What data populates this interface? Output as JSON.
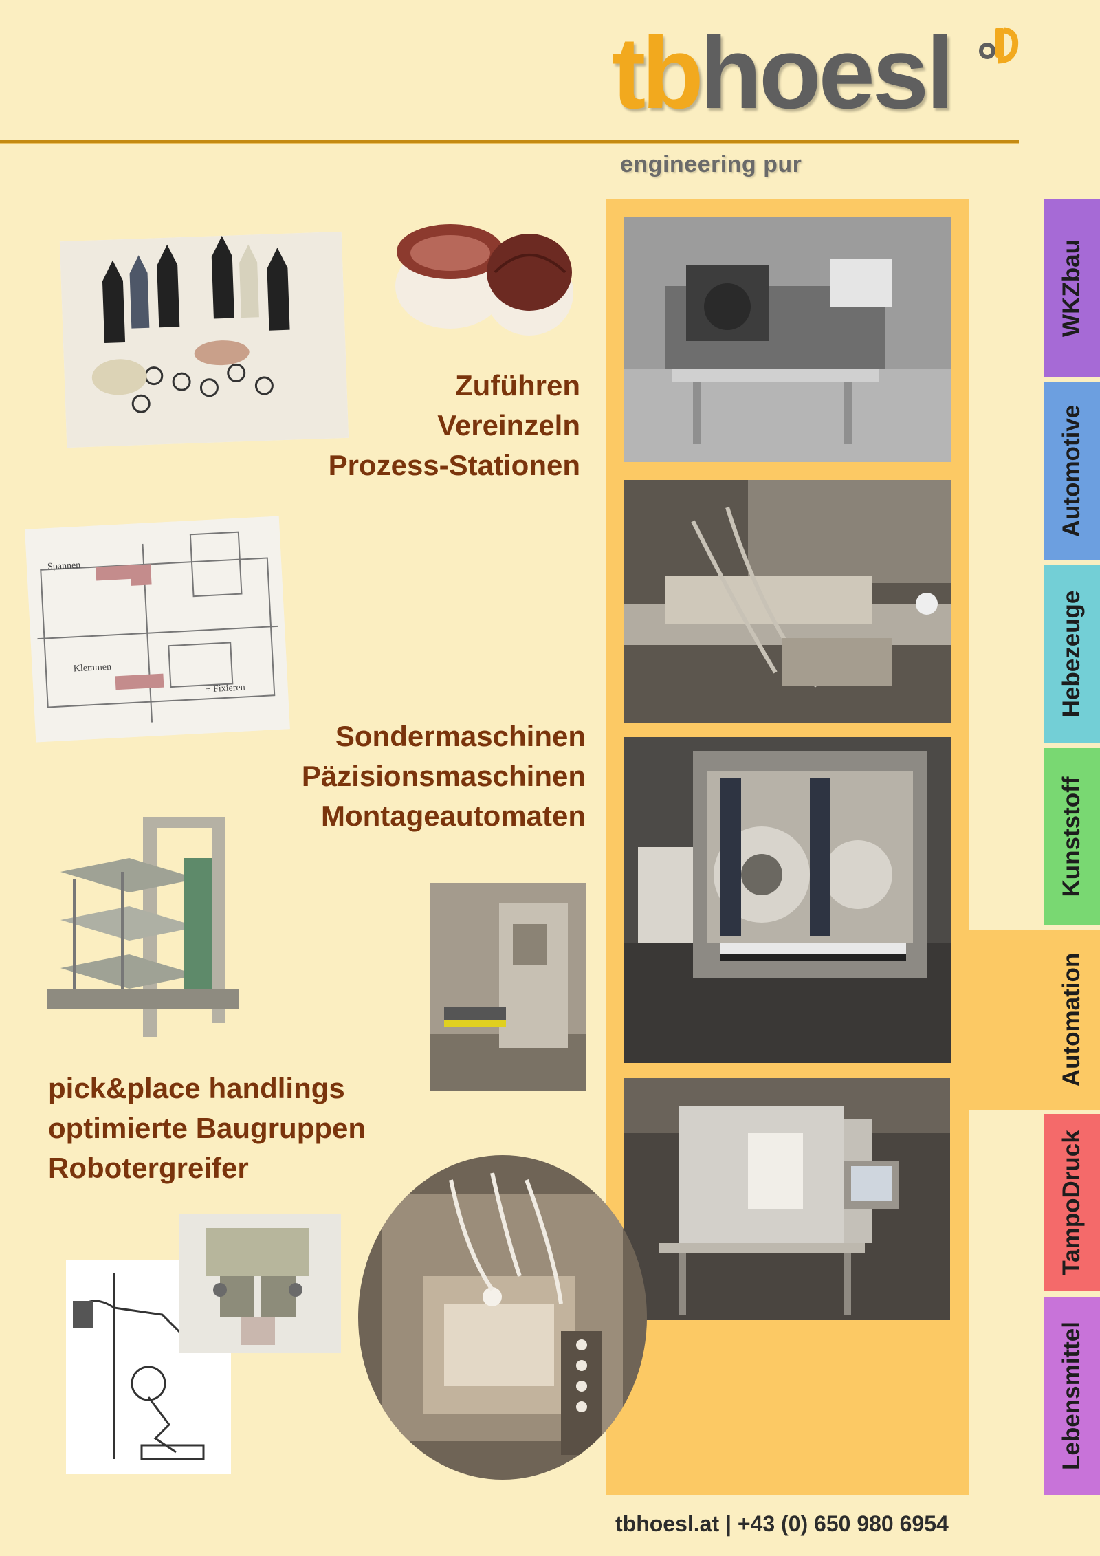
{
  "logo": {
    "part1": "tb",
    "part2": "hoesl",
    "mark": "d",
    "tagline": "engineering pur"
  },
  "colors": {
    "background": "#fbeec1",
    "accent_orange": "#fcc964",
    "heading_brown": "#7a340c",
    "logo_orange": "#f2a91e",
    "logo_gray": "#5f5f5f"
  },
  "sections": [
    {
      "lines": [
        "Zuführen",
        "Vereinzeln",
        "Prozess-Stationen"
      ]
    },
    {
      "lines": [
        "Sondermaschinen",
        "Päzisionsmaschinen",
        "Montageautomaten"
      ]
    },
    {
      "lines": [
        "pick&place handlings",
        "optimierte Baugruppen",
        "Robotergreifer"
      ]
    }
  ],
  "side_tabs": [
    {
      "label": "WKZbau",
      "color": "#a66ad6",
      "active": false
    },
    {
      "label": "Automotive",
      "color": "#6c9fe0",
      "active": false
    },
    {
      "label": "Hebezeuge",
      "color": "#73cfd6",
      "active": false
    },
    {
      "label": "Kunststoff",
      "color": "#79d872",
      "active": false
    },
    {
      "label": "Automation",
      "color": "#fcc964",
      "active": true
    },
    {
      "label": "TampoDruck",
      "color": "#f46a6a",
      "active": false
    },
    {
      "label": "Lebensmittel",
      "color": "#c873d9",
      "active": false
    }
  ],
  "footer": {
    "contact": "tbhoesl.at | +43 (0) 650 980 6954"
  }
}
